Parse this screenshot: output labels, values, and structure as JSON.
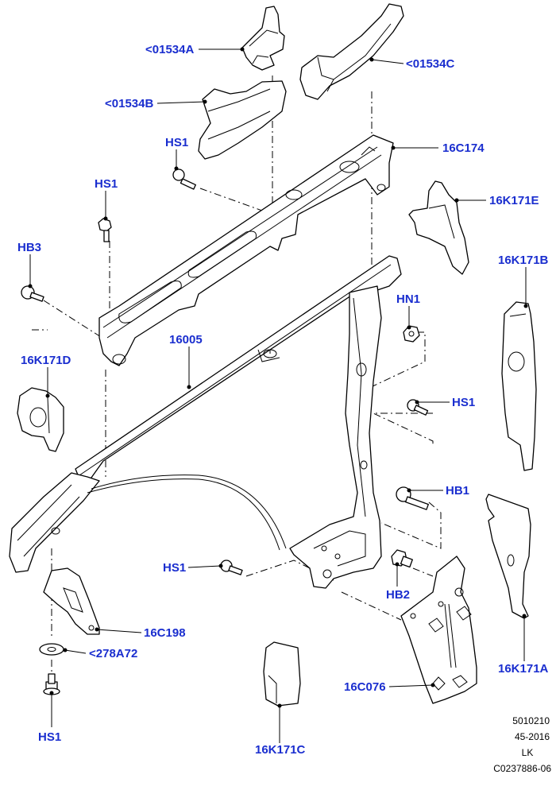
{
  "labels": {
    "l01534A": "<01534A",
    "l01534C": "<01534C",
    "l01534B": "<01534B",
    "l16C174": "16C174",
    "l16K171E": "16K171E",
    "l16K171B": "16K171B",
    "l16K171D": "16K171D",
    "l16005": "16005",
    "lHN1": "HN1",
    "lHB3": "HB3",
    "lHS1a": "HS1",
    "lHS1b": "HS1",
    "lHS1c": "HS1",
    "lHS1d": "HS1",
    "lHS1e": "HS1",
    "lHB1": "HB1",
    "lHB2": "HB2",
    "l16C198": "16C198",
    "l278A72": "<278A72",
    "l16C076": "16C076",
    "l16K171A": "16K171A",
    "l16K171C": "16K171C"
  },
  "reference": {
    "line1": "5010210",
    "line2": "45-2016",
    "line3": "LK",
    "line4": "C0237886-06"
  },
  "colors": {
    "label": "#1a2ecf",
    "line": "#000000"
  }
}
